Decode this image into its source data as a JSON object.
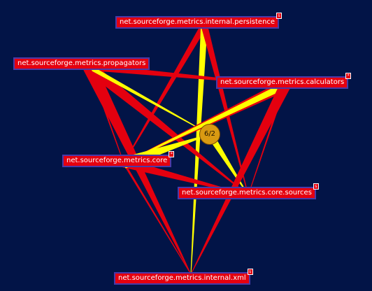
{
  "diagram": {
    "hub_label": "6/2",
    "nodes": [
      {
        "id": "persistence",
        "label": "net.sourceforge.metrics.internal.persistence",
        "badge": "s"
      },
      {
        "id": "propagators",
        "label": "net.sourceforge.metrics.propagators",
        "badge": ""
      },
      {
        "id": "calculators",
        "label": "net.sourceforge.metrics.calculators",
        "badge": "*"
      },
      {
        "id": "core",
        "label": "net.sourceforge.metrics.core",
        "badge": "*"
      },
      {
        "id": "sources",
        "label": "net.sourceforge.metrics.core.sources",
        "badge": "s"
      },
      {
        "id": "xml",
        "label": "net.sourceforge.metrics.internal.xml",
        "badge": "s"
      }
    ],
    "edges": [
      {
        "from": "persistence",
        "to": "core",
        "color": "red",
        "weight": 3
      },
      {
        "from": "persistence",
        "to": "xml",
        "color": "yellow",
        "weight": 3
      },
      {
        "from": "persistence",
        "to": "sources",
        "color": "red",
        "weight": 3
      },
      {
        "from": "propagators",
        "to": "calculators",
        "color": "red",
        "weight": 3
      },
      {
        "from": "propagators",
        "to": "sources",
        "color": "red",
        "weight": 5
      },
      {
        "from": "propagators",
        "to": "xml",
        "color": "red",
        "weight": 6
      },
      {
        "from": "propagators",
        "to": "hub",
        "color": "yellow",
        "weight": 2
      },
      {
        "from": "calculators",
        "to": "core",
        "color": "red",
        "weight": 5
      },
      {
        "from": "calculators",
        "to": "core",
        "color": "yellow",
        "weight": 3
      },
      {
        "from": "calculators",
        "to": "sources",
        "color": "red",
        "weight": 1
      },
      {
        "from": "core",
        "to": "sources",
        "color": "red",
        "weight": 4
      },
      {
        "from": "core",
        "to": "xml",
        "color": "red",
        "weight": 1
      },
      {
        "from": "core",
        "to": "hub",
        "color": "yellow",
        "weight": 5
      },
      {
        "from": "hub",
        "to": "sources",
        "color": "yellow",
        "weight": 3
      },
      {
        "from": "calculators",
        "to": "xml",
        "color": "red",
        "weight": 5
      },
      {
        "from": "propagators",
        "to": "core",
        "color": "red",
        "weight": 1
      }
    ],
    "colors": {
      "background": "#021447",
      "red": "#e4000f",
      "yellow": "#ffff00",
      "hub": "#d99a12",
      "node_border": "#4a3aa8"
    }
  }
}
